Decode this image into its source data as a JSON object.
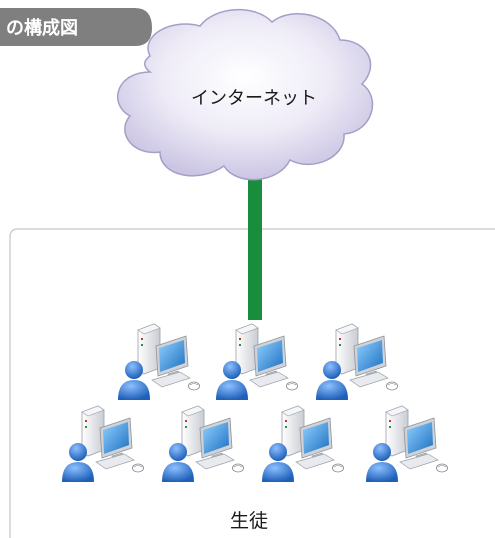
{
  "header_label": "の構成図",
  "cloud_label": "インターネット",
  "group_label": "生徒",
  "colors": {
    "pill": "#7f7f7f",
    "cloud_light": "#f2f0fa",
    "cloud_dark": "#cfc9e6",
    "cloud_stroke": "#a49fc8",
    "link": "#1a8d3c",
    "frame": "#d0d0d0",
    "person": "#2f6fc4",
    "screen": "#2a8ad8"
  },
  "computers": [
    {
      "id": "pc-1"
    },
    {
      "id": "pc-2"
    },
    {
      "id": "pc-3"
    },
    {
      "id": "pc-4"
    },
    {
      "id": "pc-5"
    },
    {
      "id": "pc-6"
    },
    {
      "id": "pc-7"
    }
  ]
}
